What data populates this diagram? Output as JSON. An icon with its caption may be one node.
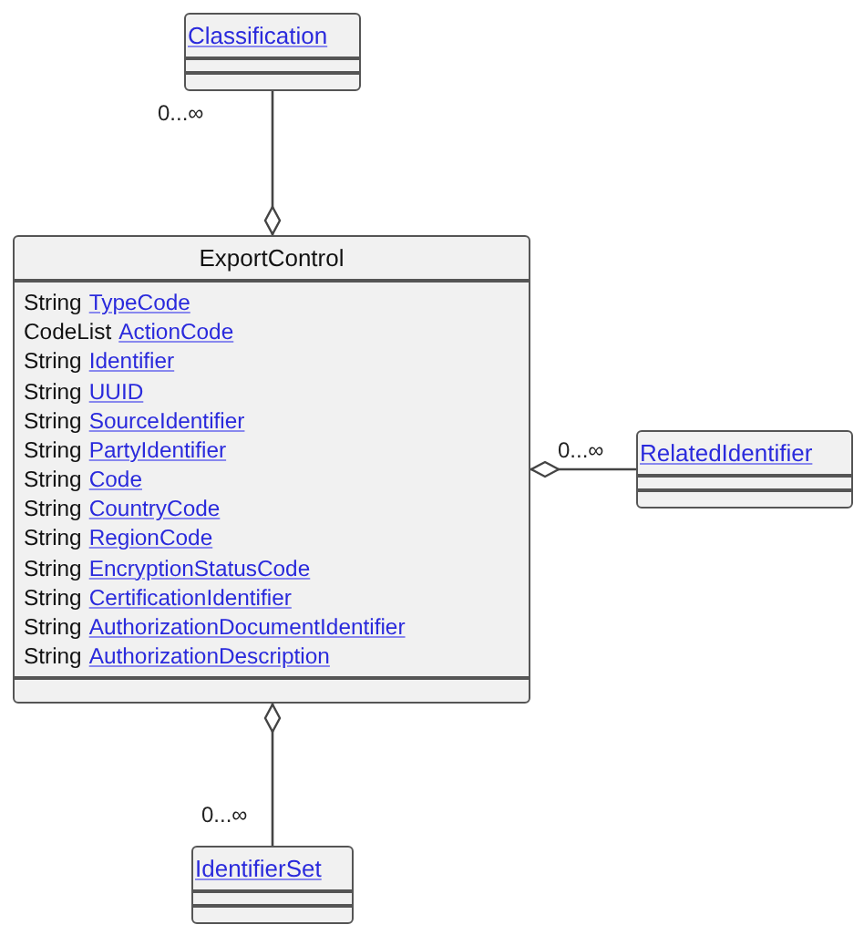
{
  "diagram": {
    "nodes": [
      {
        "text": [
          "Classification"
        ]
      },
      {
        "text": [
          "ExportControl",
          "String TypeCode",
          "CodeList ActionCode",
          "String Identifier",
          "String UUID",
          "String SourceIdentifier",
          "String PartyIdentifier",
          "String Code",
          "String CountryCode",
          "String RegionCode",
          "String EncryptionStatusCode",
          "String CertificationIdentifier",
          "String AuthorizationDocumentIdentifier",
          "String AuthorizationDescription"
        ]
      },
      {
        "text": [
          "RelatedIdentifier"
        ]
      },
      {
        "text": [
          "IdentifierSet"
        ]
      }
    ],
    "edges": [
      {
        "from": 0,
        "to": 1,
        "arrow": "other",
        "label": "0...∞"
      },
      {
        "from": 2,
        "to": 1,
        "arrow": "other",
        "label": "0...∞"
      },
      {
        "from": 3,
        "to": 1,
        "arrow": "other",
        "label": "0...∞"
      }
    ]
  }
}
